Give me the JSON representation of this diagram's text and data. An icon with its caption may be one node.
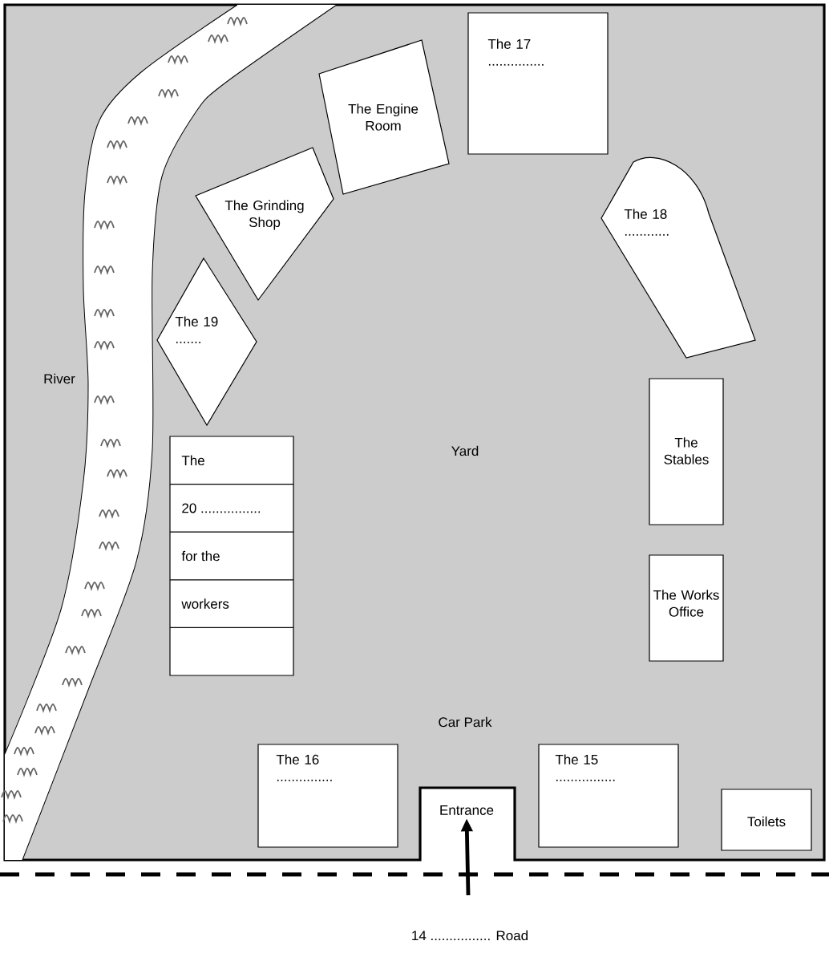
{
  "diagram": {
    "nodes": [
      {
        "text": [
          "River"
        ]
      },
      {
        "text": [
          "The Engine Room"
        ]
      },
      {
        "text": [
          "The 17 ..............."
        ]
      },
      {
        "text": [
          "The Grinding Shop"
        ]
      },
      {
        "text": [
          "The 18 ............"
        ]
      },
      {
        "text": [
          "The 19 ......."
        ]
      },
      {
        "text": [
          "The Stables"
        ]
      },
      {
        "text": [
          "The",
          "20 ................",
          "for the",
          "workers"
        ]
      },
      {
        "text": [
          "The Works Office"
        ]
      },
      {
        "text": [
          "The 16 ..............."
        ]
      },
      {
        "text": [
          "Entrance"
        ]
      },
      {
        "text": [
          "The 15 ................"
        ]
      },
      {
        "text": [
          "Toilets"
        ]
      }
    ],
    "edges": [
      {
        "from": null,
        "to": 10,
        "arrow": "to"
      }
    ],
    "labels": [
      "Yard",
      "Car Park",
      "14 ................ Road"
    ]
  }
}
